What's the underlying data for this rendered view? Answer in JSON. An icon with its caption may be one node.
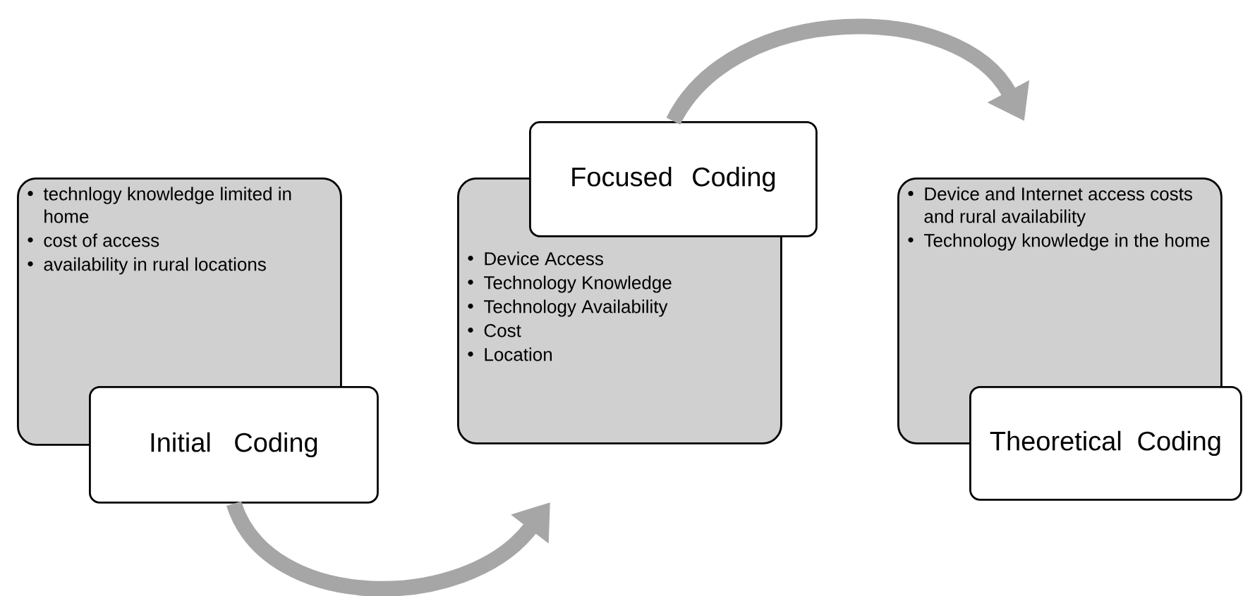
{
  "diagram": {
    "nodes": [
      {
        "text": [
          "technlogy knowledge limited in home",
          "cost of access",
          "availability in rural locations"
        ]
      },
      {
        "text": [
          "Initial Coding"
        ]
      },
      {
        "text": [
          "Device Access",
          "Technology Knowledge",
          "Technology Availability",
          "Cost",
          "Location"
        ]
      },
      {
        "text": [
          "Focused Coding"
        ]
      },
      {
        "text": [
          "Device and Internet access costs and rural availability",
          "Technology knowledge in the home"
        ]
      },
      {
        "text": [
          "Theoretical Coding"
        ]
      }
    ],
    "edges": [
      {
        "from": 1,
        "to": 2,
        "arrow": "to"
      },
      {
        "from": 3,
        "to": 4,
        "arrow": "to"
      }
    ]
  }
}
